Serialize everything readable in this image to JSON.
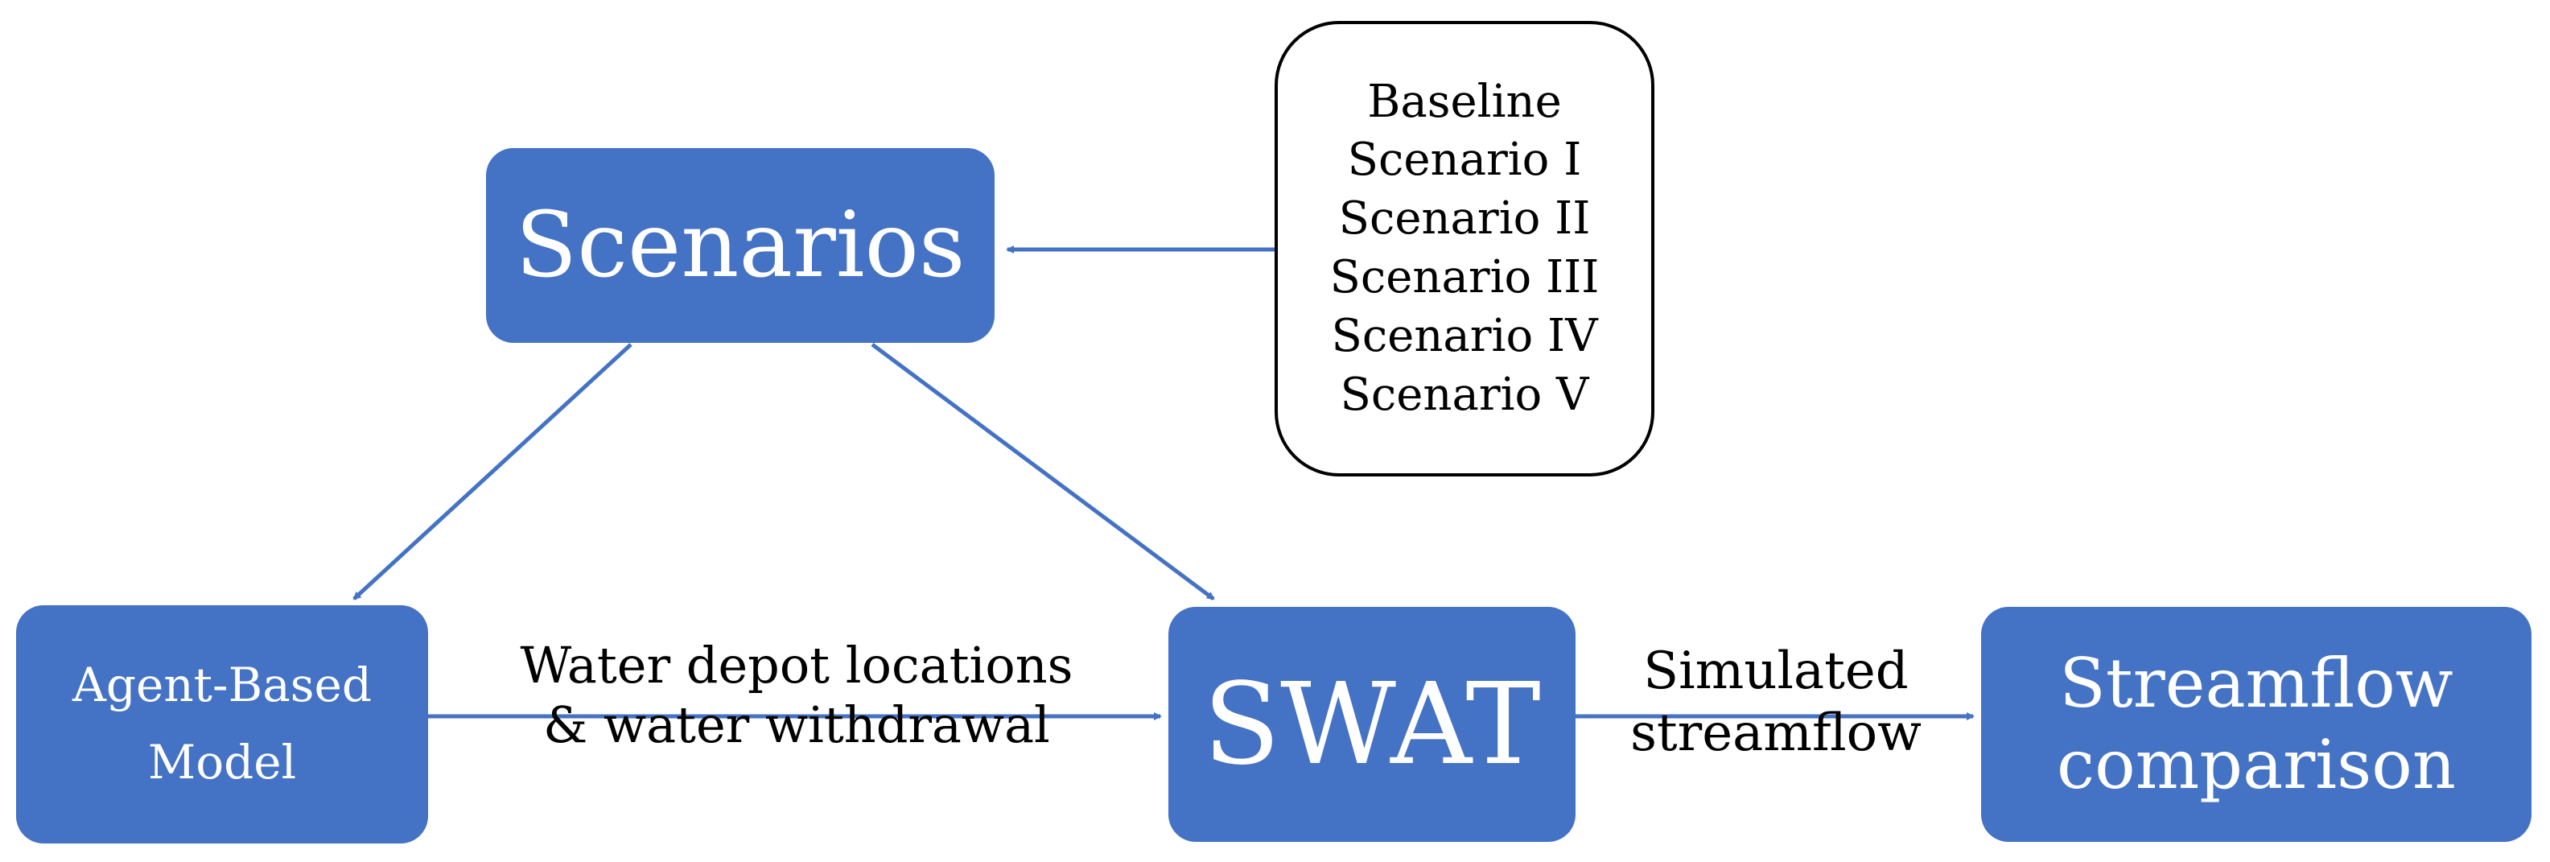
{
  "nodes": {
    "scenarios": {
      "label": "Scenarios"
    },
    "agent_based_model": {
      "line1": "Agent-Based",
      "line2": "Model"
    },
    "swat": {
      "label": "SWAT"
    },
    "streamflow_comparison": {
      "line1": "Streamflow",
      "line2": "comparison"
    }
  },
  "scenario_list": [
    "Baseline",
    "Scenario I",
    "Scenario II",
    "Scenario III",
    "Scenario IV",
    "Scenario V"
  ],
  "edge_labels": {
    "abm_to_swat": {
      "line1": "Water depot locations",
      "line2": "& water withdrawal"
    },
    "swat_to_streamflow": {
      "line1": "Simulated",
      "line2": "streamflow"
    }
  },
  "colors": {
    "box_fill": "#4472c4",
    "arrow": "#4472c4",
    "box_text": "#ffffff"
  }
}
